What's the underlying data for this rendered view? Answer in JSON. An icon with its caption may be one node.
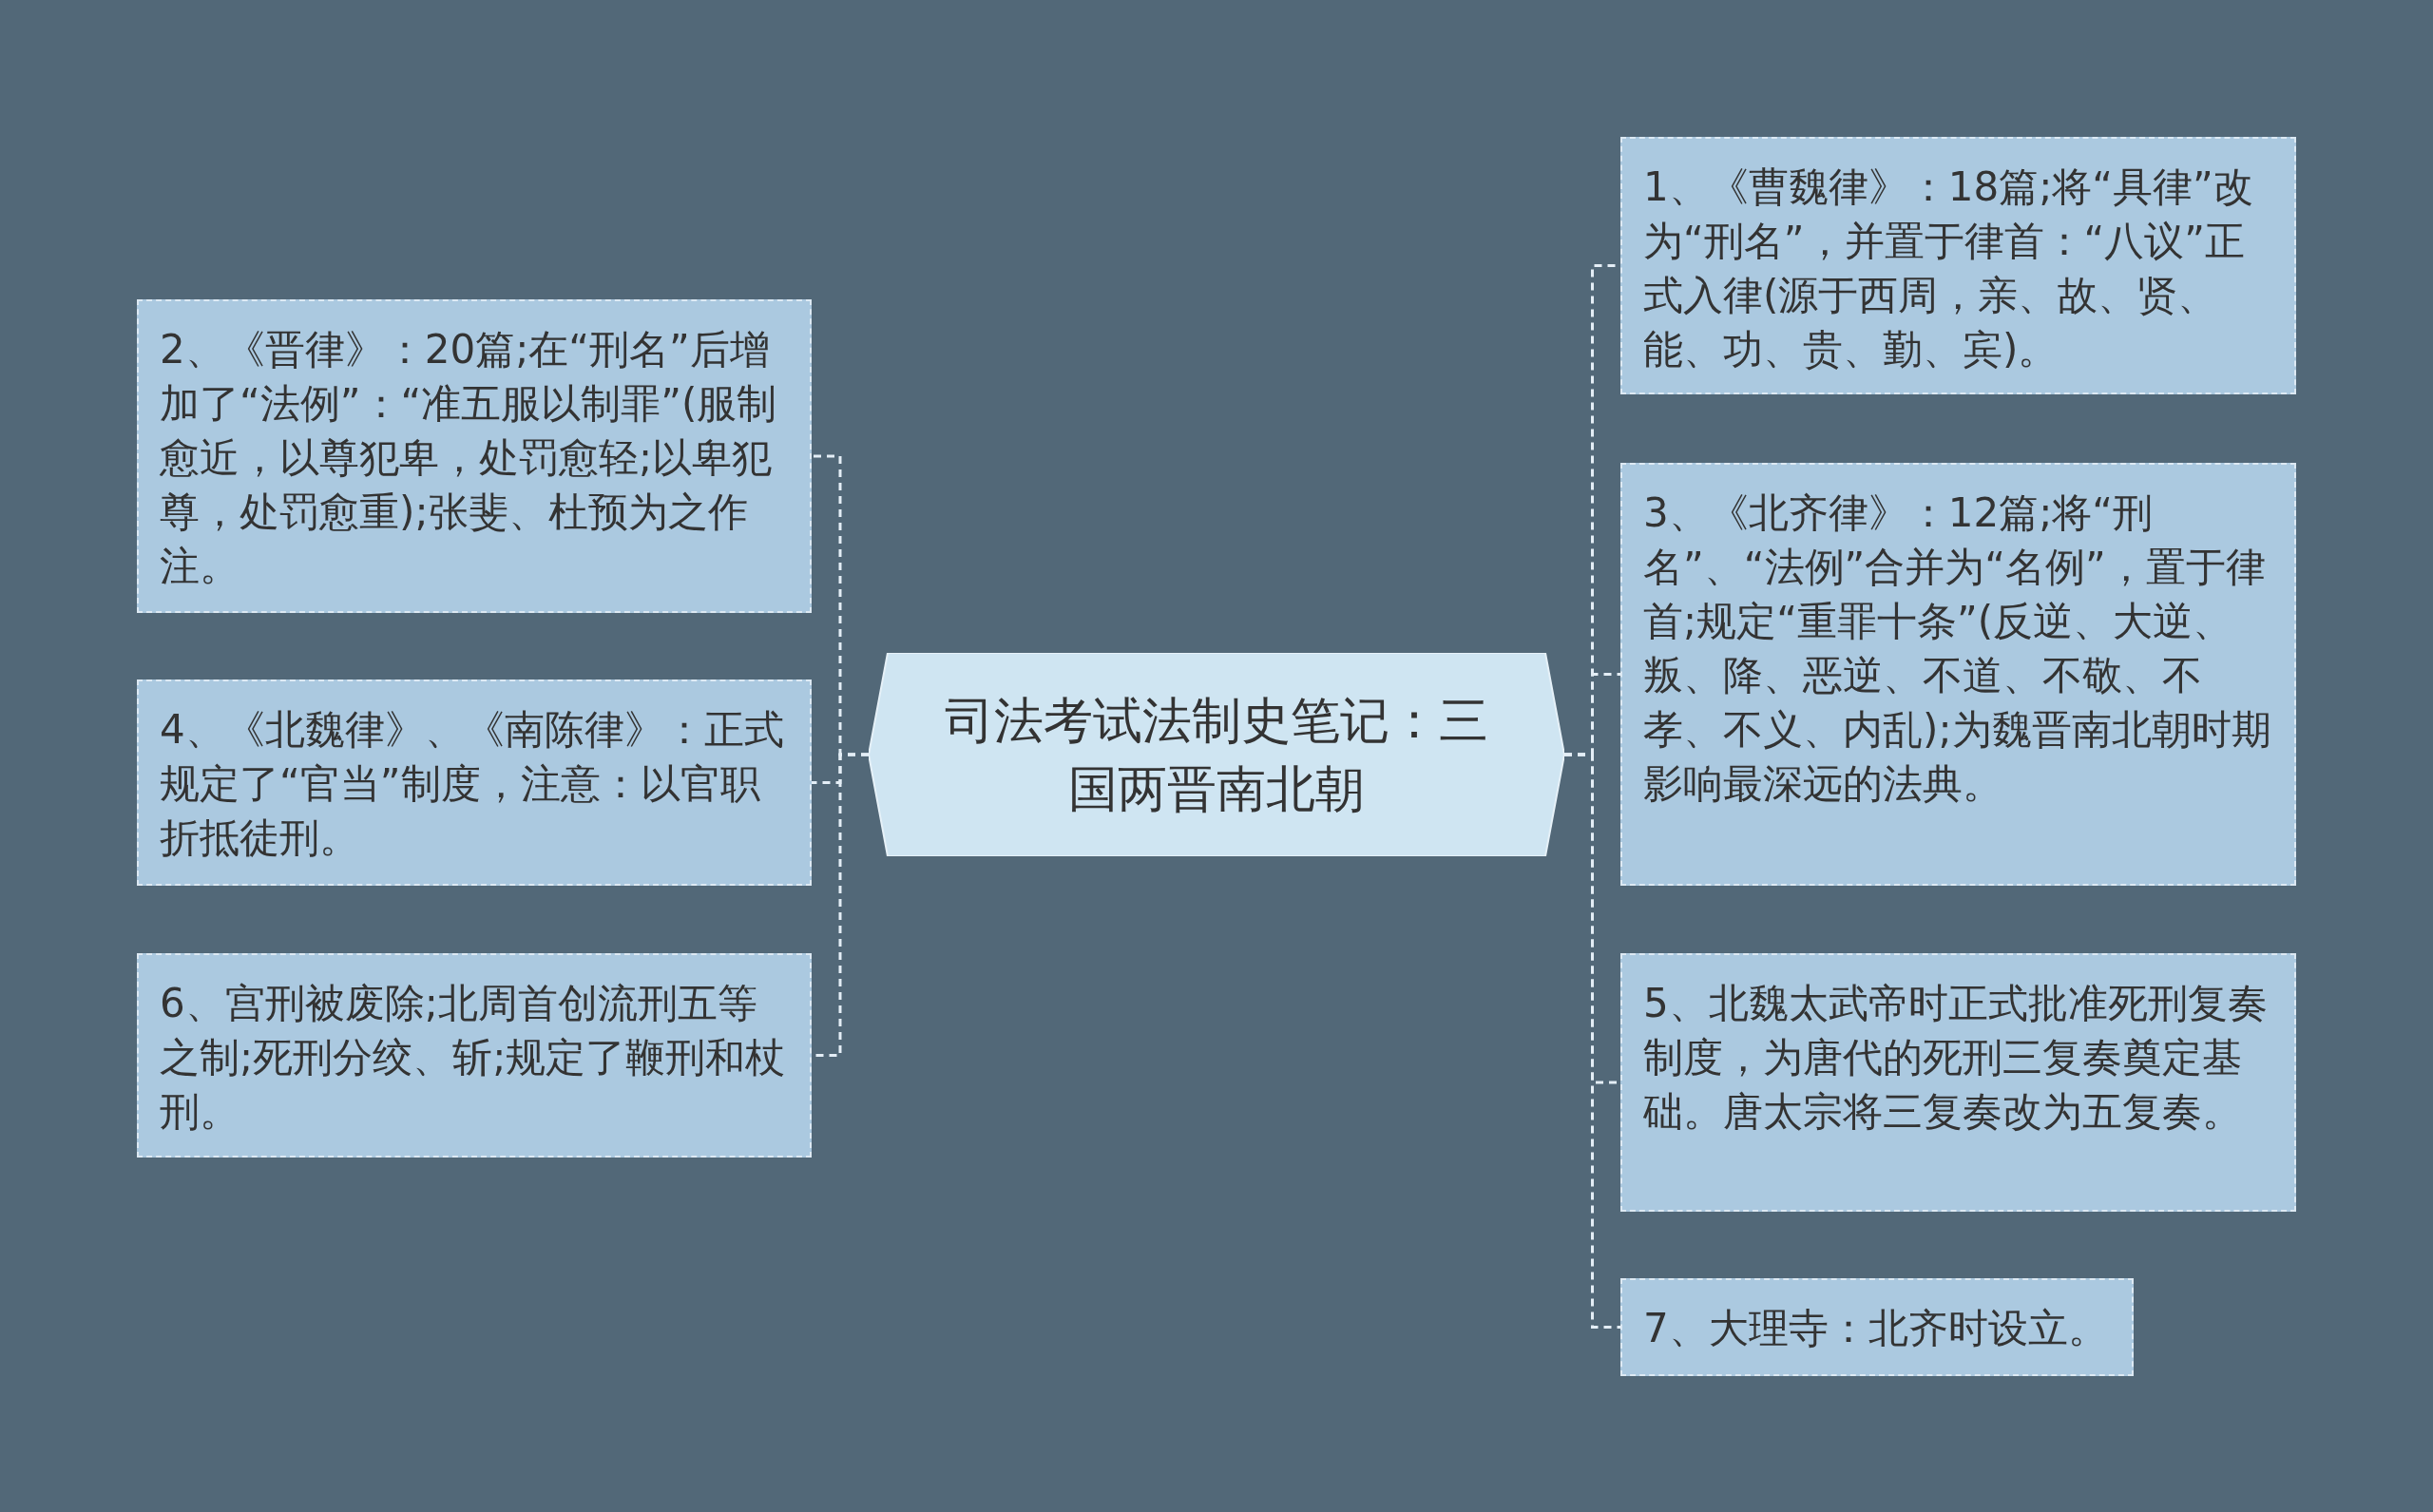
{
  "diagram": {
    "nodes": [
      {
        "text": [
          "司法考试法制史笔记：三国两晋南北朝"
        ]
      },
      {
        "text": [
          "1、《曹魏律》：18篇;将“具律”改为“刑名”，并置于律首：“八议”正式入律(源于西周，亲、故、贤、能、功、贵、勤、宾)。"
        ]
      },
      {
        "text": [
          "2、《晋律》：20篇;在“刑名”后增加了“法例”：“准五服以制罪”(服制愈近，以尊犯卑，处罚愈轻;以卑犯尊，处罚愈重);张斐、杜预为之作注。"
        ]
      },
      {
        "text": [
          "3、《北齐律》：12篇;将“刑名”、“法例”合并为“名例”，置于律首;规定“重罪十条”(反逆、大逆、叛、降、恶逆、不道、不敬、不孝、不义、内乱);为魏晋南北朝时期影响最深远的法典。"
        ]
      },
      {
        "text": [
          "4、《北魏律》、《南陈律》：正式规定了“官当”制度，注意：以官职折抵徒刑。"
        ]
      },
      {
        "text": [
          "5、北魏太武帝时正式批准死刑复奏制度，为唐代的死刑三复奏奠定基础。唐太宗将三复奏改为五复奏。"
        ]
      },
      {
        "text": [
          "6、宫刑被废除;北周首创流刑五等之制;死刑分绞、斩;规定了鞭刑和杖刑。"
        ]
      },
      {
        "text": [
          "7、大理寺：北齐时设立。"
        ]
      }
    ],
    "edges": [
      {
        "from": 0,
        "to": 1,
        "arrow": "none",
        "style": "dashed"
      },
      {
        "from": 0,
        "to": 2,
        "arrow": "none",
        "style": "dashed"
      },
      {
        "from": 0,
        "to": 3,
        "arrow": "none",
        "style": "dashed"
      },
      {
        "from": 0,
        "to": 4,
        "arrow": "none",
        "style": "dashed"
      },
      {
        "from": 0,
        "to": 5,
        "arrow": "none",
        "style": "dashed"
      },
      {
        "from": 0,
        "to": 6,
        "arrow": "none",
        "style": "dashed"
      },
      {
        "from": 0,
        "to": 7,
        "arrow": "none",
        "style": "dashed"
      }
    ]
  }
}
